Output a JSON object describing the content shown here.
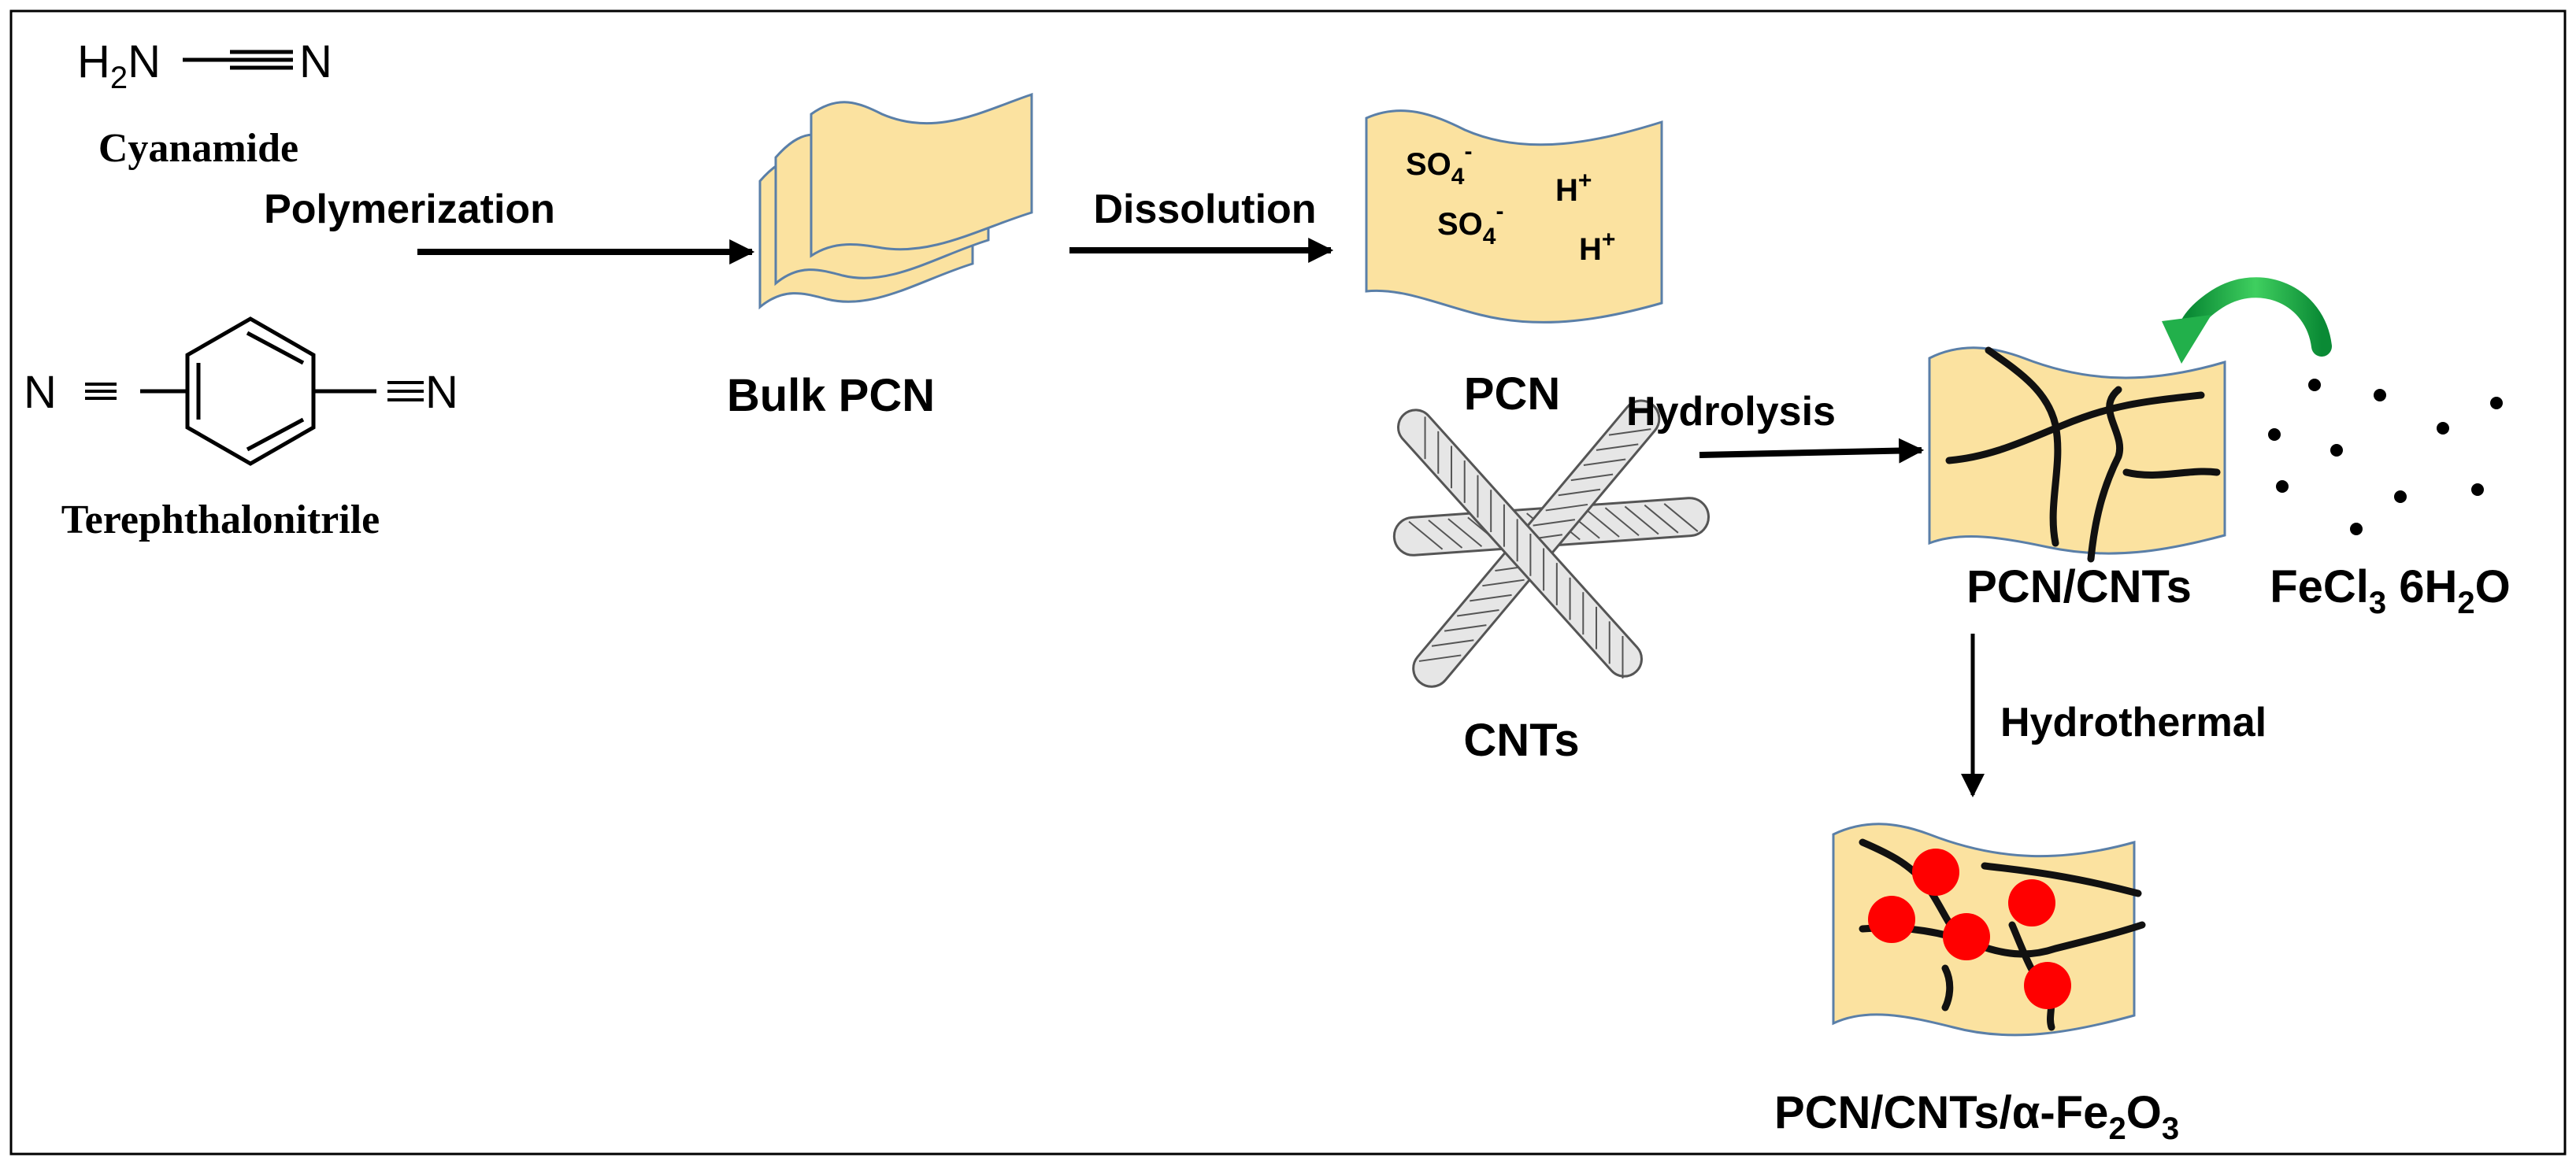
{
  "reactants": {
    "cyanamide": {
      "formula_left": "H",
      "formula_left_sub": "2",
      "formula_n1": "N",
      "formula_n2": "N",
      "name": "Cyanamide"
    },
    "terephthalonitrile": {
      "left_n": "N",
      "right_n": "N",
      "name": "Terephthalonitrile"
    }
  },
  "steps": {
    "polymerization": "Polymerization",
    "dissolution": "Dissolution",
    "hydrolysis": "Hydrolysis",
    "hydrothermal": "Hydrothermal"
  },
  "products": {
    "bulk_pcn": "Bulk PCN",
    "pcn": "PCN",
    "cnts": "CNTs",
    "pcn_cnts": "PCN/CNTs",
    "final_prefix": "PCN/CNTs/α-Fe",
    "final_sub1": "2",
    "final_mid": "O",
    "final_sub2": "3"
  },
  "ions": {
    "sulfate_base": "SO",
    "sulfate_sub": "4",
    "sulfate_sup": "-",
    "proton_base": "H",
    "proton_sup": "+"
  },
  "iron_salt": {
    "prefix": "FeCl",
    "sub1": "3",
    "middle": " 6H",
    "sub2": "2",
    "suffix": "O"
  },
  "colors": {
    "sheet_fill": "#fbe2a0",
    "sheet_stroke": "#5a7fa8",
    "nanoparticle": "#ff0000",
    "green_arrow": "#22b04b",
    "text": "#000000",
    "frame": "#000000"
  }
}
